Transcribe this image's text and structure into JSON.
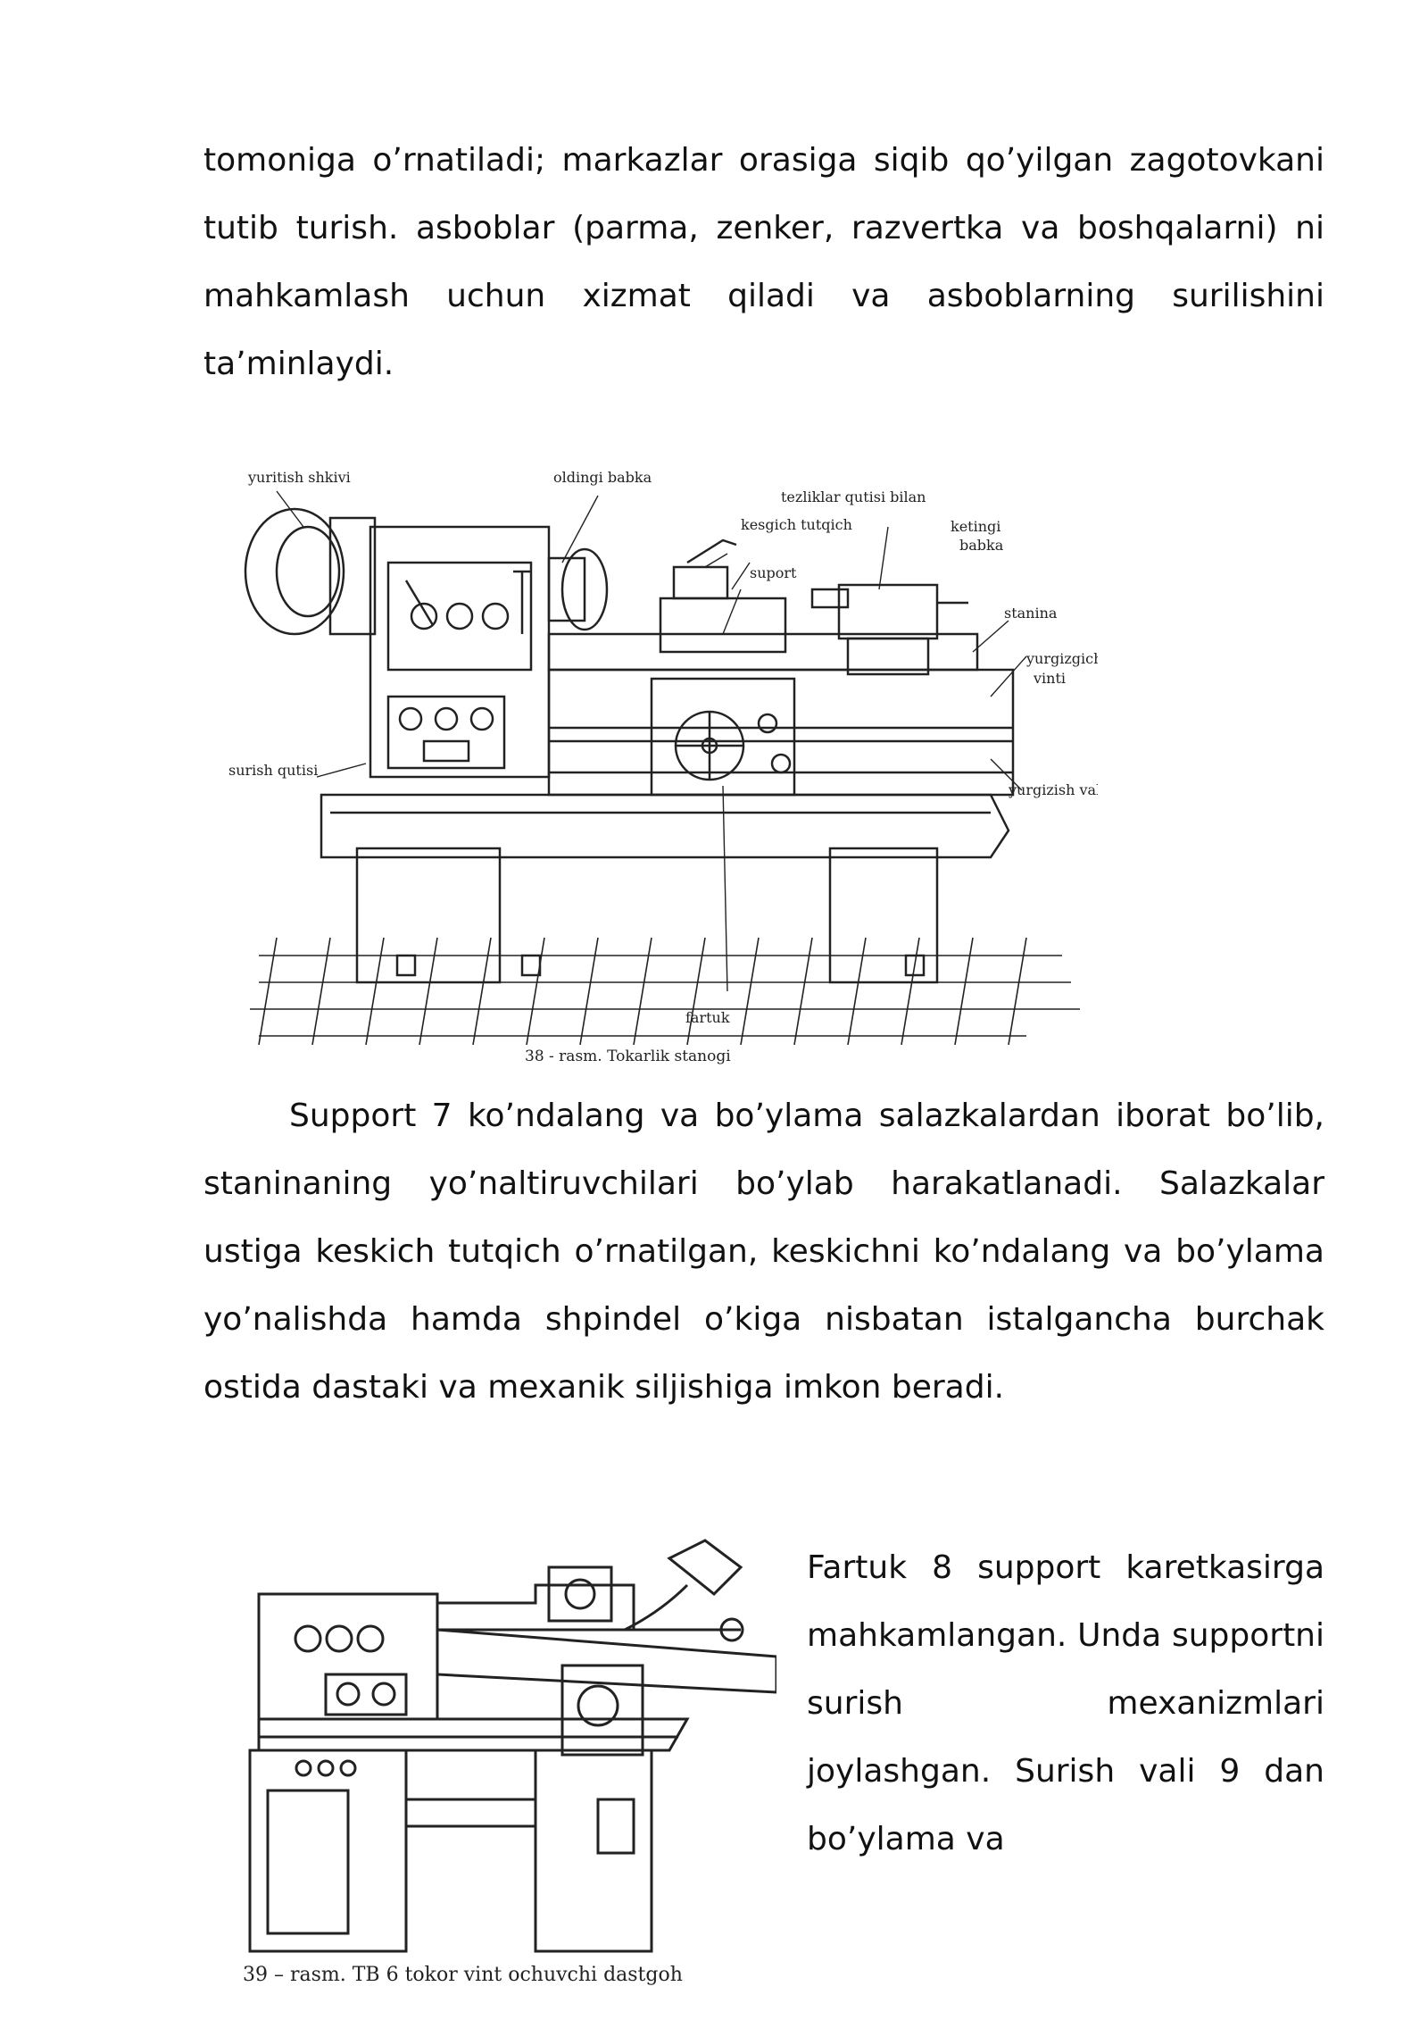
{
  "paragraph1": "tomoniga o’rnatiladi; markazlar orasiga siqib qo’yilgan zagotovkani tutib turish. asboblar (parma, zenker, razvertka va boshqalarni) ni mahkamlash uchun xizmat qiladi va asboblarning surilishini ta’minlaydi.",
  "figure38": {
    "labels": {
      "yuritish_shkivi": "yuritish shkivi",
      "oldingi_babka": "oldingi babka",
      "tezliklar_qutisi": "tezliklar qutisi bilan",
      "kesgich_tutqich": "kesgich tutqich",
      "suport": "suport",
      "ketingi_1": "ketingi",
      "ketingi_2": "babka",
      "stanina": "stanina",
      "yurgizgich_1": "yurgizgich",
      "yurgizgich_2": "vinti",
      "surish_qutisi": "surish qutisi",
      "yurgizish_vali": "yurgizish vali",
      "fartuk": "fartuk"
    },
    "caption": "38 - rasm. Tokarlik stanogi"
  },
  "paragraph2": "Support 7 ko’ndalang va bo’ylama salazkalardan iborat bo’lib, staninaning yo’naltiruvchilari bo’ylab harakatlanadi. Salazkalar ustiga keskich tutqich o’rnatilgan, keskichni ko’ndalang va bo’ylama yo’nalishda hamda shpindel o’kiga nisbatan istalgancha burchak ostida dastaki va mexanik siljishiga imkon beradi.",
  "paragraph3": "Fartuk 8 support karetkasirga mahkamlangan. Unda supportni surish mexanizmlari joylashgan. Surish vali 9 dan bo’ylama va",
  "figure39": {
    "caption": "39 – rasm. TB 6 tokor vint ochuvchi dastgoh"
  }
}
